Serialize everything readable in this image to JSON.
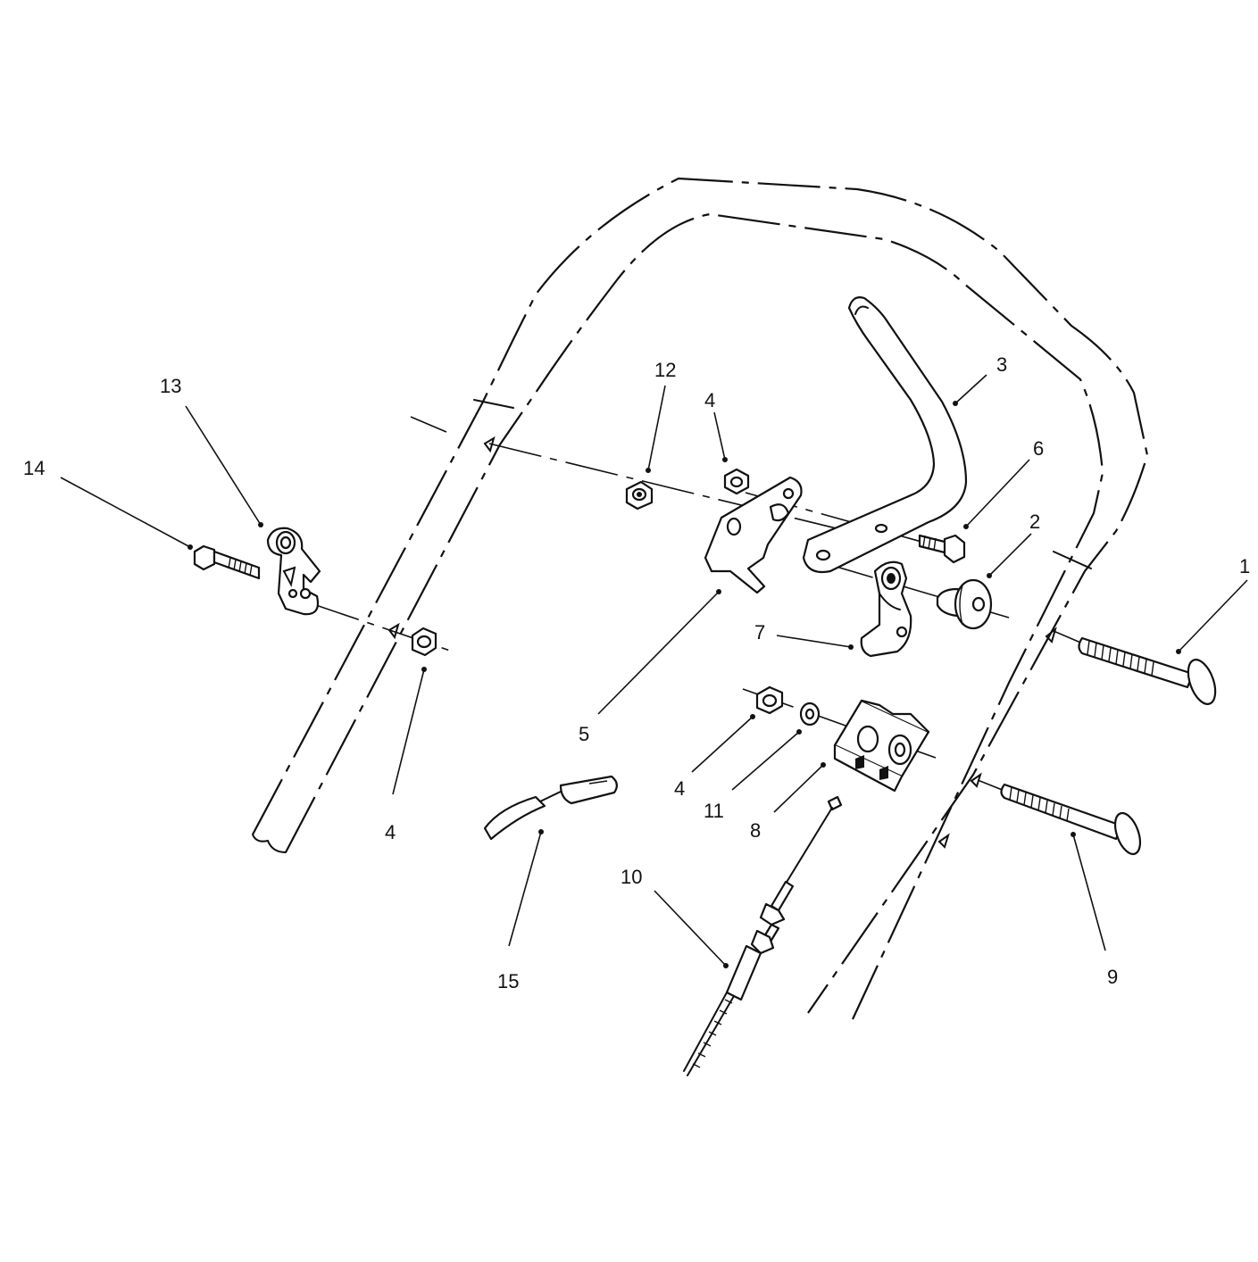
{
  "diagram": {
    "callouts": [
      {
        "id": "c1",
        "label": "1"
      },
      {
        "id": "c2",
        "label": "2"
      },
      {
        "id": "c3",
        "label": "3"
      },
      {
        "id": "c4a",
        "label": "4"
      },
      {
        "id": "c4b",
        "label": "4"
      },
      {
        "id": "c4c",
        "label": "4"
      },
      {
        "id": "c5",
        "label": "5"
      },
      {
        "id": "c6",
        "label": "6"
      },
      {
        "id": "c7",
        "label": "7"
      },
      {
        "id": "c8",
        "label": "8"
      },
      {
        "id": "c9",
        "label": "9"
      },
      {
        "id": "c10",
        "label": "10"
      },
      {
        "id": "c11",
        "label": "11"
      },
      {
        "id": "c12",
        "label": "12"
      },
      {
        "id": "c13",
        "label": "13"
      },
      {
        "id": "c14",
        "label": "14"
      },
      {
        "id": "c15",
        "label": "15"
      }
    ]
  }
}
